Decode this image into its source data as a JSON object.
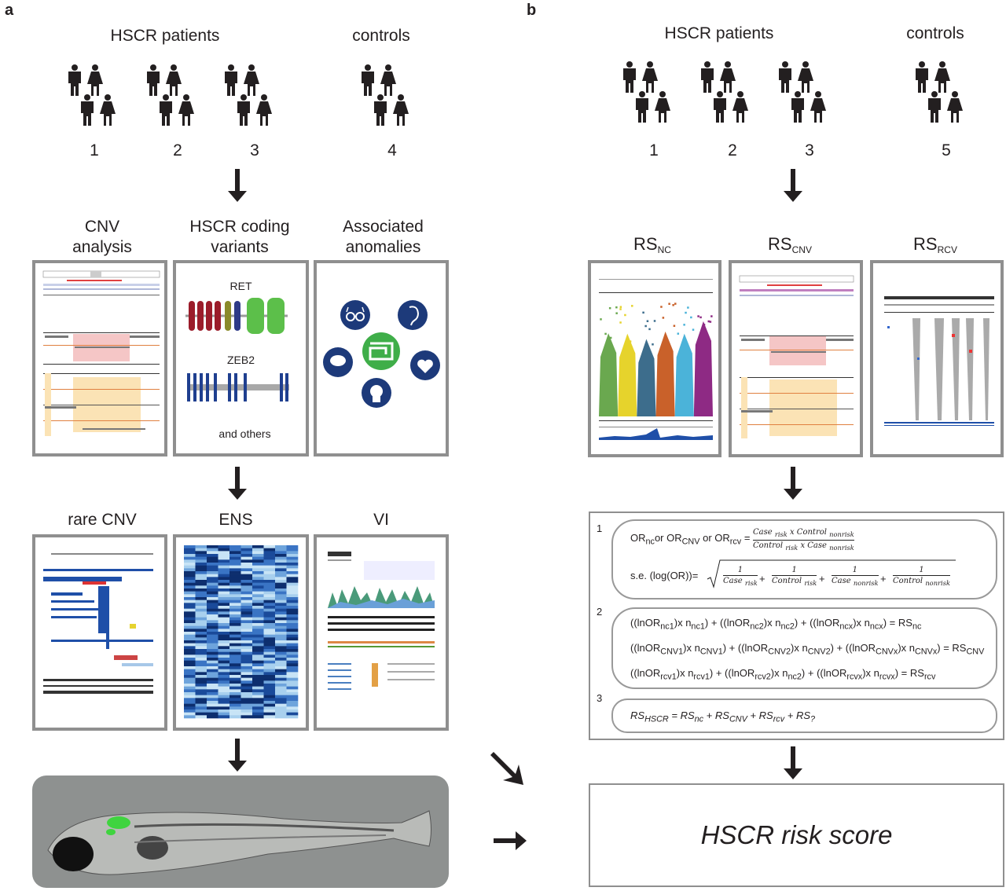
{
  "panel_a": {
    "letter": "a",
    "patients_label": "HSCR patients",
    "controls_label": "controls",
    "group_numbers": [
      "1",
      "2",
      "3",
      "4"
    ],
    "row2_titles": [
      "CNV\nanalysis",
      "HSCR coding\nvariants",
      "Associated\nanomalies"
    ],
    "gene_ret": "RET",
    "gene_zeb2": "ZEB2",
    "and_others": "and others",
    "row3_titles": [
      "rare CNV",
      "ENS",
      "VI"
    ]
  },
  "panel_b": {
    "letter": "b",
    "patients_label": "HSCR patients",
    "controls_label": "controls",
    "group_numbers": [
      "1",
      "2",
      "3",
      "5"
    ],
    "rs_titles": [
      {
        "base": "RS",
        "sub": "NC"
      },
      {
        "base": "RS",
        "sub": "CNV"
      },
      {
        "base": "RS",
        "sub": "RCV"
      }
    ],
    "formula_numbers": [
      "1",
      "2",
      "3"
    ],
    "risk_score_label": "HSCR risk score"
  },
  "colors": {
    "box_border": "#8f8f8f",
    "ret_red": "#9b1c2a",
    "ret_olive": "#8a8a2a",
    "ret_blue": "#2e3a87",
    "ret_green": "#5cbf4a",
    "zeb2_blue": "#1f3f8f",
    "icon_blue": "#1d3a7a",
    "icon_green": "#3fae49"
  },
  "icons": [
    "person-icon",
    "glasses-icon",
    "ear-icon",
    "brain-icon",
    "intestine-icon",
    "heart-icon",
    "head-icon"
  ]
}
